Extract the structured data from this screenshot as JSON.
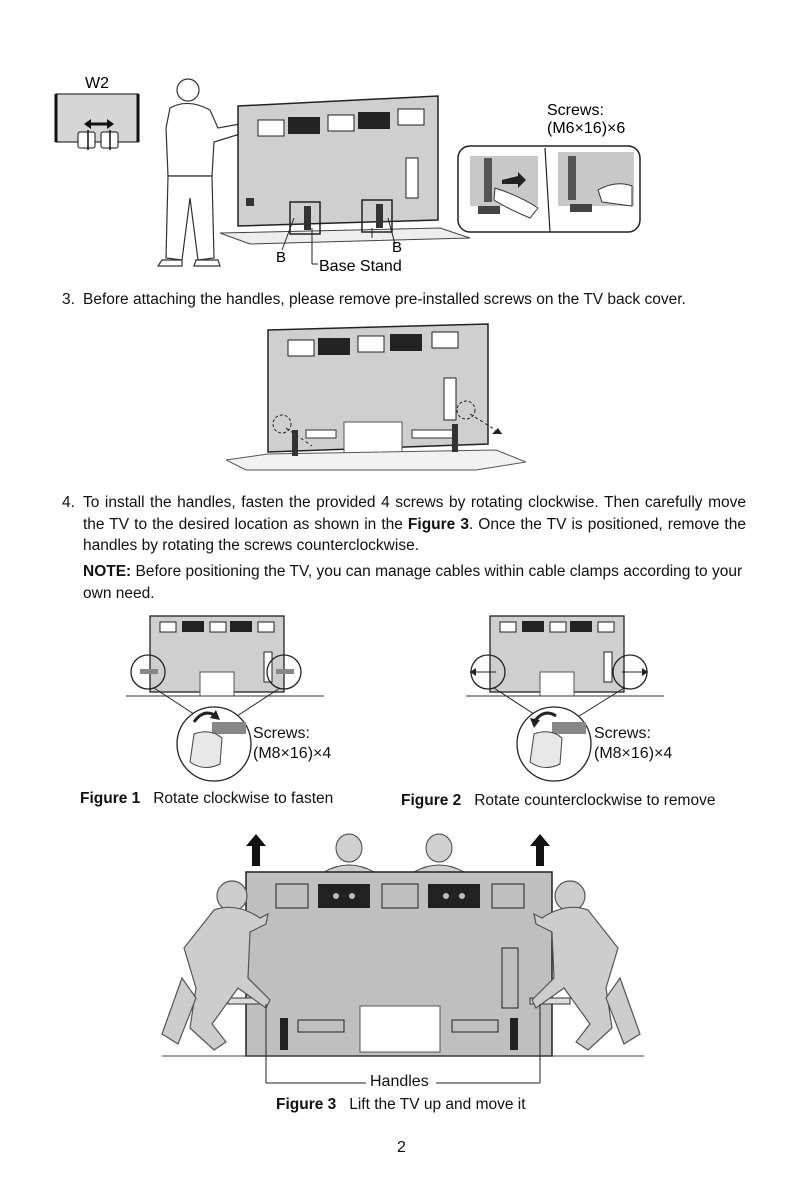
{
  "top_figure": {
    "w2_label": "W2",
    "screws_label_line1": "Screws:",
    "screws_label_line2": "(M6×16)×6",
    "b_left": "B",
    "b_right": "B",
    "base_stand_label": "Base Stand"
  },
  "step3": {
    "number": "3.",
    "text": "Before attaching the handles, please remove pre-installed screws on the TV back cover."
  },
  "step4": {
    "number": "4.",
    "text_before": "To install the handles, fasten the provided 4 screws by rotating clockwise. Then carefully move the TV to the desired location as shown in the ",
    "figure_ref": "Figure 3",
    "text_after": ". Once the TV is positioned, remove the handles by rotating the screws counterclockwise."
  },
  "note": {
    "label": "NOTE:",
    "text": " Before positioning the TV, you can manage cables within cable clamps according to your own need."
  },
  "figure1": {
    "screws_line1": "Screws:",
    "screws_line2": "(M8×16)×4",
    "caption_label": "Figure 1",
    "caption_text": "Rotate clockwise to fasten"
  },
  "figure2": {
    "screws_line1": "Screws:",
    "screws_line2": "(M8×16)×4",
    "caption_label": "Figure 2",
    "caption_text": "Rotate counterclockwise to remove"
  },
  "figure3": {
    "handles_label": "Handles",
    "caption_label": "Figure 3",
    "caption_text": "Lift the TV up and move it"
  },
  "page_number": "2"
}
